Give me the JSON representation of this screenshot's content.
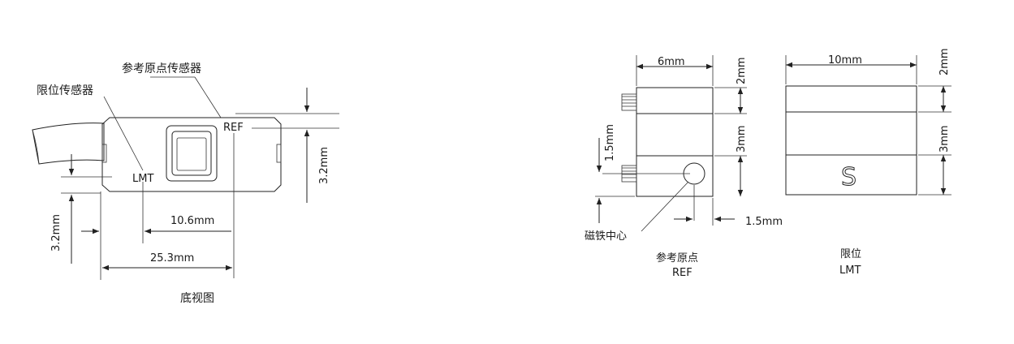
{
  "left_view": {
    "label_limit_sensor": "限位传感器",
    "label_ref_sensor": "参考原点传感器",
    "label_ref": "REF",
    "label_lmt": "LMT",
    "dim_thickness_right": "3.2mm",
    "dim_thickness_left": "3.2mm",
    "dim_ref_offset": "10.6mm",
    "dim_length": "25.3mm",
    "caption": "底视图"
  },
  "right_view": {
    "dim_width_left": "6mm",
    "dim_width_right": "10mm",
    "dim_top_left": "2mm",
    "dim_mid_left": "3mm",
    "dim_top_right": "2mm",
    "dim_mid_right": "3mm",
    "dim_magnet_y": "1.5mm",
    "dim_magnet_x": "1.5mm",
    "label_magnet_center": "磁铁中心",
    "caption_ref_cn": "参考原点",
    "caption_ref_en": "REF",
    "caption_lmt_cn": "限位",
    "caption_lmt_en": "LMT",
    "s_mark": "S"
  }
}
